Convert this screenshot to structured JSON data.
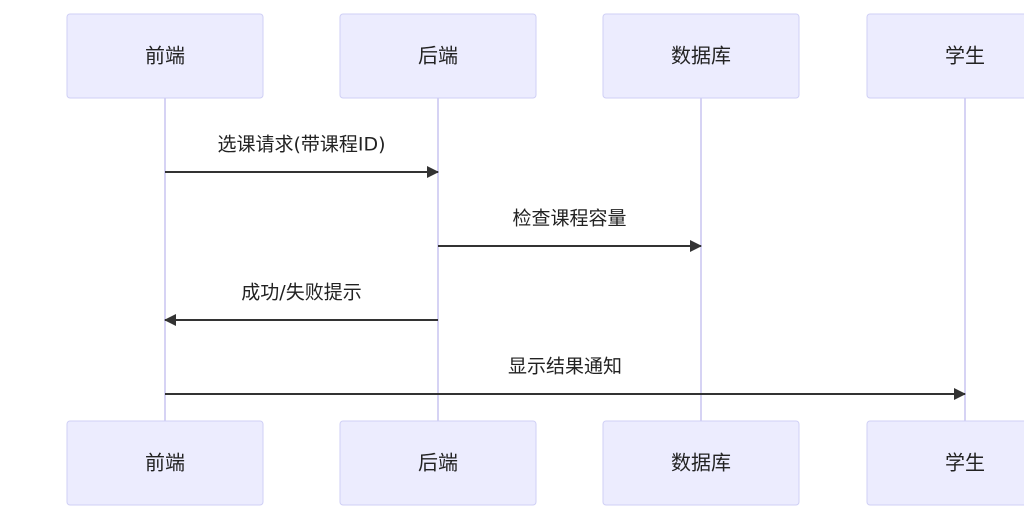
{
  "participants": [
    {
      "name": "前端"
    },
    {
      "name": "后端"
    },
    {
      "name": "数据库"
    },
    {
      "name": "学生"
    }
  ],
  "messages": [
    {
      "from": 0,
      "to": 1,
      "label": "选课请求(带课程ID)"
    },
    {
      "from": 1,
      "to": 2,
      "label": "检查课程容量"
    },
    {
      "from": 1,
      "to": 0,
      "label": "成功/失败提示"
    },
    {
      "from": 0,
      "to": 3,
      "label": "显示结果通知"
    }
  ],
  "colors": {
    "box_fill": "#ececfe",
    "box_stroke": "#cfcff5",
    "lifeline": "#d6d3f4",
    "arrow": "#333333",
    "text": "#222222"
  }
}
